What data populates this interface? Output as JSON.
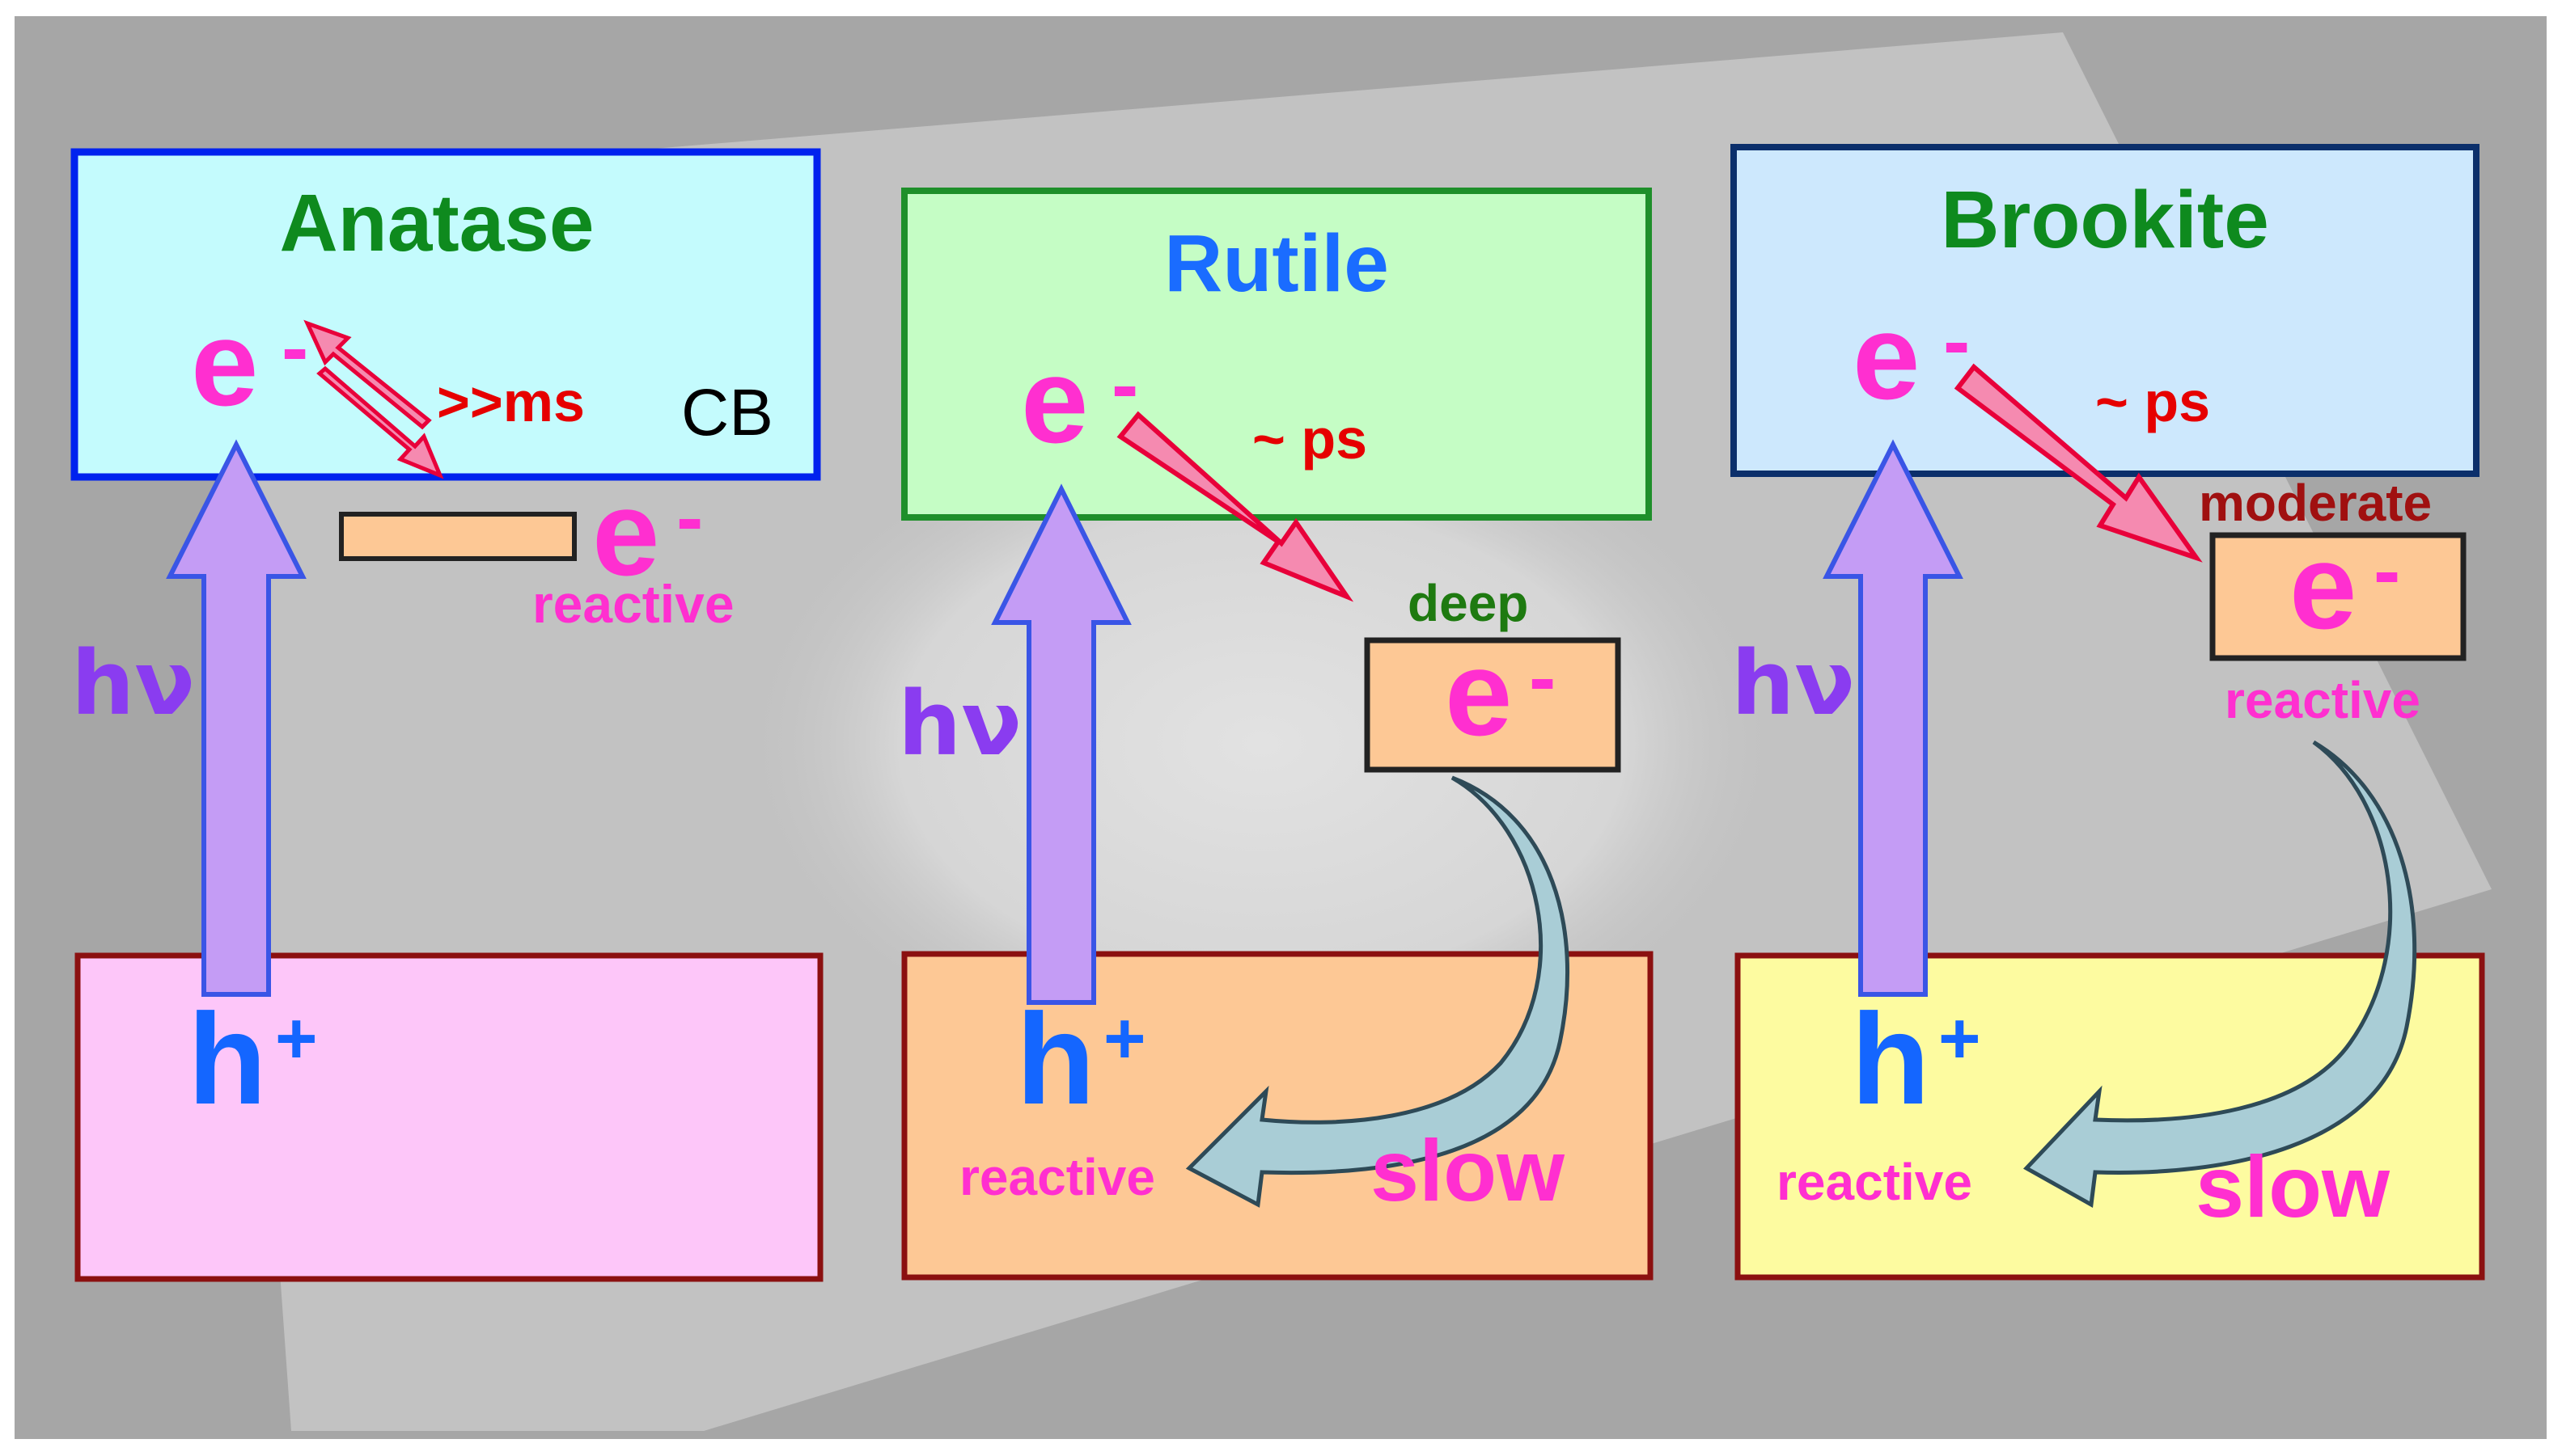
{
  "colors": {
    "background": "#a6a6a6",
    "electron": "#ff2fd0",
    "hole": "#1466ff",
    "red_text": "#e60000",
    "excitation_arrow": "#c49cf5",
    "transfer_arrow": "#f58ab0",
    "recombination_arrow": "#a9cdd6",
    "trap_fill": "#fdc895"
  },
  "panels": {
    "anatase": {
      "title": "Anatase",
      "title_color": "#0e8a1e",
      "cb_fill": "#c4fbfd",
      "cb_border": "#0022ee",
      "vb_fill": "#fdc6f9",
      "vb_border": "#8b1010",
      "electron": "e",
      "electron_sup": "-",
      "time": ">>ms",
      "cb_label": "CB",
      "trap_electron": "e",
      "trap_electron_sup": "-",
      "trap_label": "reactive",
      "excitation": "hν",
      "hole": "h",
      "hole_sup": "+"
    },
    "rutile": {
      "title": "Rutile",
      "title_color": "#1a6cff",
      "cb_fill": "#c5fdc5",
      "cb_border": "#1e8f2a",
      "vb_fill": "#fdc895",
      "vb_border": "#8b1010",
      "electron": "e",
      "electron_sup": "-",
      "time": "~ ps",
      "trap_level": "deep",
      "trap_electron": "e",
      "trap_electron_sup": "-",
      "excitation": "hν",
      "hole": "h",
      "hole_sup": "+",
      "hole_label": "reactive",
      "recombination": "slow"
    },
    "brookite": {
      "title": "Brookite",
      "title_color": "#0e8a1e",
      "cb_fill": "#cde8fd",
      "cb_border": "#0b2f6b",
      "vb_fill": "#fdfba0",
      "vb_border": "#8b1010",
      "electron": "e",
      "electron_sup": "-",
      "time": "~ ps",
      "trap_level": "moderate",
      "trap_electron": "e",
      "trap_electron_sup": "-",
      "trap_label": "reactive",
      "excitation": "hν",
      "hole": "h",
      "hole_sup": "+",
      "hole_label": "reactive",
      "recombination": "slow"
    }
  }
}
